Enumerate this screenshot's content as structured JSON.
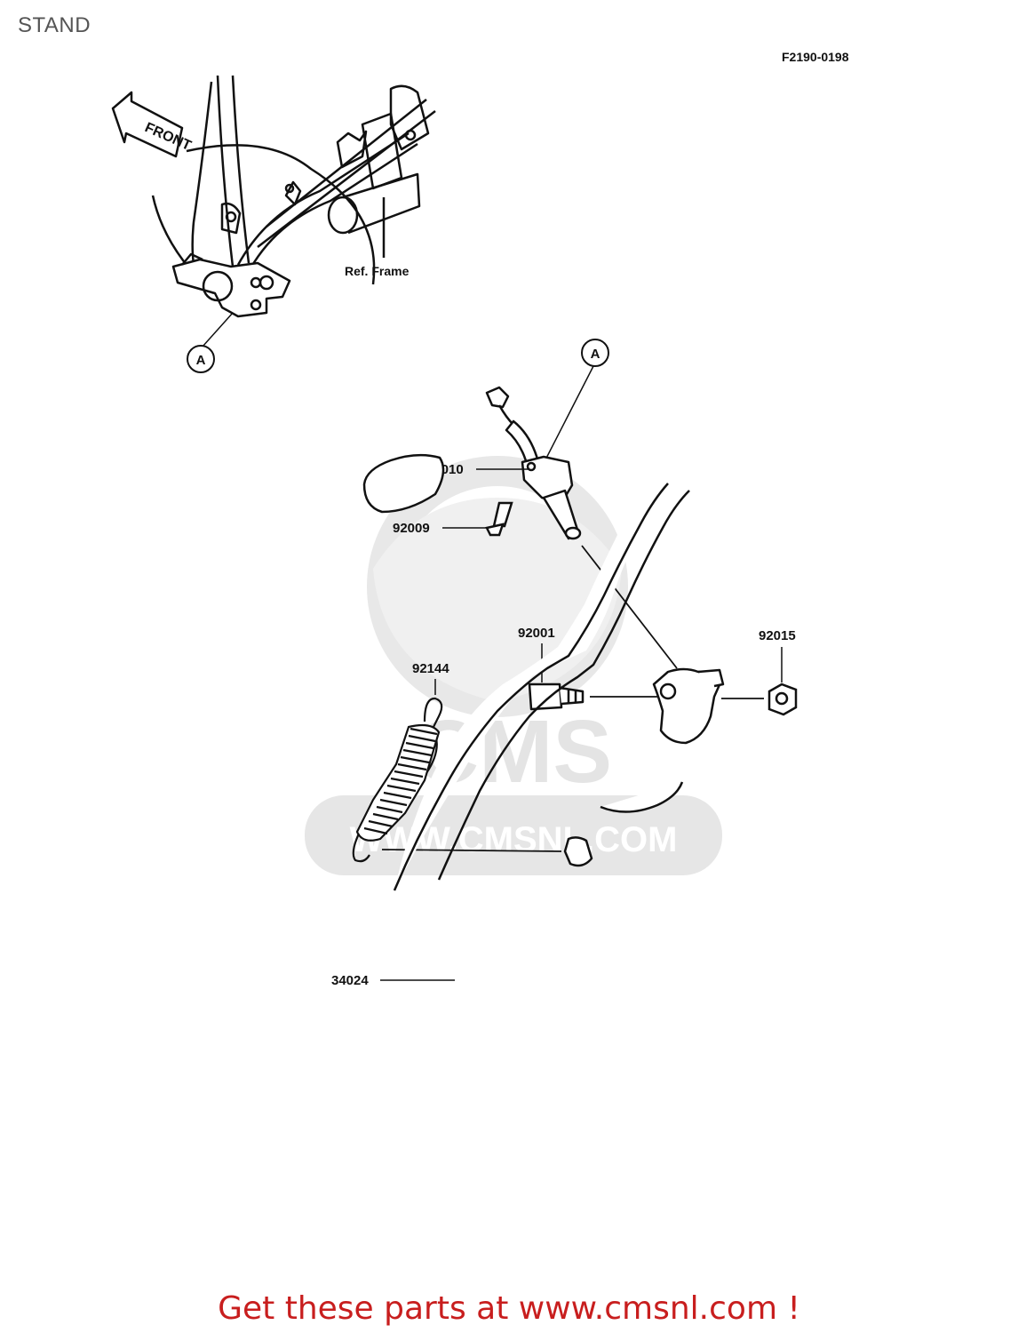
{
  "page": {
    "title": "STAND"
  },
  "diagram": {
    "ref_code": "F2190-0198",
    "front_label": "FRONT",
    "ref_frame_label": "Ref. Frame",
    "callout_letter": "A",
    "parts": {
      "switch": "27010",
      "screw": "92009",
      "bolt": "92001",
      "nut": "92015",
      "spring": "92144",
      "sidestand": "34024"
    },
    "watermark": {
      "brand": "CMS",
      "url": "WWW.CMSNL.COM"
    }
  },
  "footer": {
    "cta": "Get these parts at www.cmsnl.com !"
  },
  "colors": {
    "line": "#111111",
    "watermark": "#e6e6e6",
    "cta": "#c81e1e",
    "title": "#555555"
  }
}
